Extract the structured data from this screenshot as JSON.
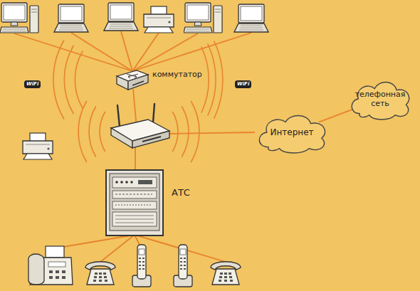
{
  "diagram": {
    "nodes": [
      {
        "text": [
          "коммутатор"
        ]
      },
      {
        "text": [
          "телефонная сеть"
        ]
      },
      {
        "text": [
          "Интернет"
        ]
      },
      {
        "text": [
          "АТС"
        ]
      }
    ],
    "edges": [
      {
        "from": 2,
        "to": 1,
        "arrow": "none"
      }
    ],
    "labels": [
      "WiFi",
      "WiFi"
    ]
  }
}
